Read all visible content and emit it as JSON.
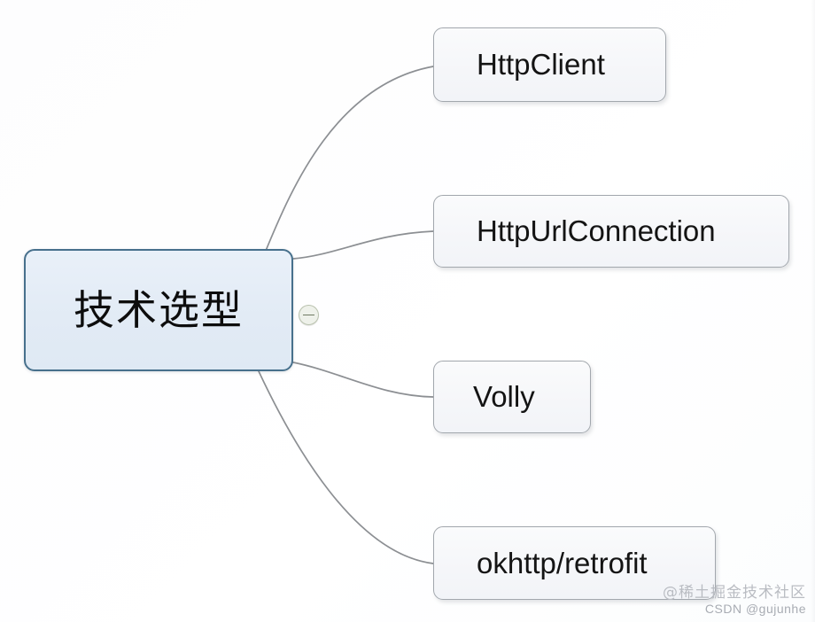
{
  "diagram": {
    "type": "mind-map",
    "orientation": "left-to-right",
    "root": {
      "label": "技术选型",
      "fill_color": "#e4ecf6",
      "border_color": "#47708c",
      "toggle": {
        "name": "collapse-toggle",
        "state": "expanded",
        "glyph": "minus"
      }
    },
    "children": [
      {
        "id": "httpclient",
        "label": "HttpClient",
        "fill_color": "#f7f8fa",
        "border_color": "#a2a7ad"
      },
      {
        "id": "httpurlconnection",
        "label": "HttpUrlConnection",
        "fill_color": "#f7f8fa",
        "border_color": "#a2a7ad"
      },
      {
        "id": "volly",
        "label": "Volly",
        "fill_color": "#f7f8fa",
        "border_color": "#a2a7ad"
      },
      {
        "id": "okhttp-retrofit",
        "label": "okhttp/retrofit",
        "fill_color": "#f7f8fa",
        "border_color": "#a2a7ad"
      }
    ],
    "edge_color": "#8c8f93"
  },
  "watermark": {
    "primary": "@稀土掘金技术社区",
    "secondary": "CSDN @gujunhe"
  }
}
